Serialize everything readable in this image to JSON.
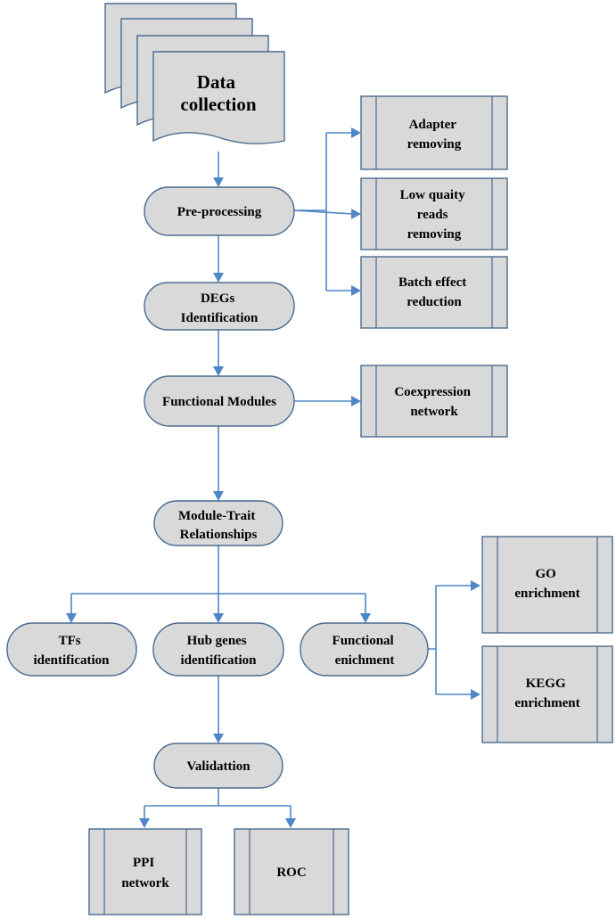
{
  "nodes": {
    "data_collection": [
      "Data",
      "collection"
    ],
    "pre_processing": [
      "Pre-processing"
    ],
    "adapter_removing": [
      "Adapter",
      "removing"
    ],
    "low_quality_reads": [
      "Low quaity",
      "reads",
      "removing"
    ],
    "batch_effect": [
      "Batch effect",
      "reduction"
    ],
    "degs_identification": [
      "DEGs",
      "Identification"
    ],
    "functional_modules": [
      "Functional Modules"
    ],
    "coexpression_network": [
      "Coexpression",
      "network"
    ],
    "module_trait": [
      "Module-Trait",
      "Relationships"
    ],
    "tfs_identification": [
      "TFs",
      "identification"
    ],
    "hub_genes": [
      "Hub genes",
      "identification"
    ],
    "functional_enrichment": [
      "Functional",
      "enichment"
    ],
    "go_enrichment": [
      "GO",
      "enrichment"
    ],
    "kegg_enrichment": [
      "KEGG",
      "enrichment"
    ],
    "validation": [
      "Validattion"
    ],
    "ppi_network": [
      "PPI",
      "network"
    ],
    "roc": [
      "ROC"
    ]
  },
  "colors": {
    "node_fill": "#d9d9d9",
    "node_stroke": "#4a6b8f",
    "connector": "#4f86c6"
  }
}
